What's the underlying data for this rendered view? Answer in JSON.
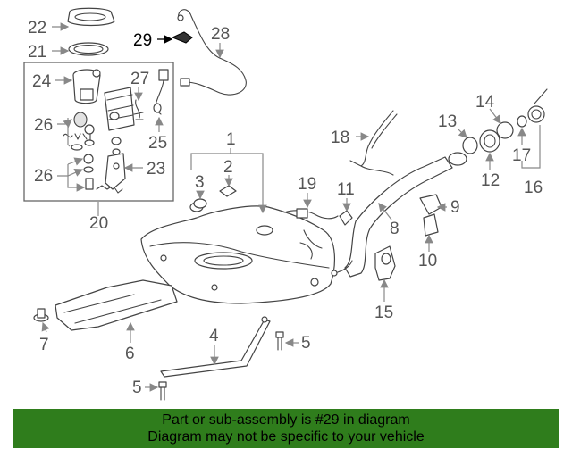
{
  "callouts": {
    "c1": "1",
    "c2": "2",
    "c3": "3",
    "c4": "4",
    "c5a": "5",
    "c5b": "5",
    "c6": "6",
    "c7": "7",
    "c8": "8",
    "c9": "9",
    "c10": "10",
    "c11": "11",
    "c12": "12",
    "c13": "13",
    "c14": "14",
    "c15": "15",
    "c16": "16",
    "c17": "17",
    "c18": "18",
    "c19": "19",
    "c20": "20",
    "c21": "21",
    "c22": "22",
    "c23": "23",
    "c24": "24",
    "c25": "25",
    "c26a": "26",
    "c26b": "26",
    "c27": "27",
    "c28": "28",
    "c29": "29"
  },
  "highlighted_part": "29",
  "colors": {
    "banner": "#2f7d1c",
    "line": "#444444",
    "leader": "#888888"
  },
  "footer": {
    "line1": "Part or sub-assembly is #29 in diagram",
    "line2": "Diagram may not be specific to your vehicle"
  }
}
